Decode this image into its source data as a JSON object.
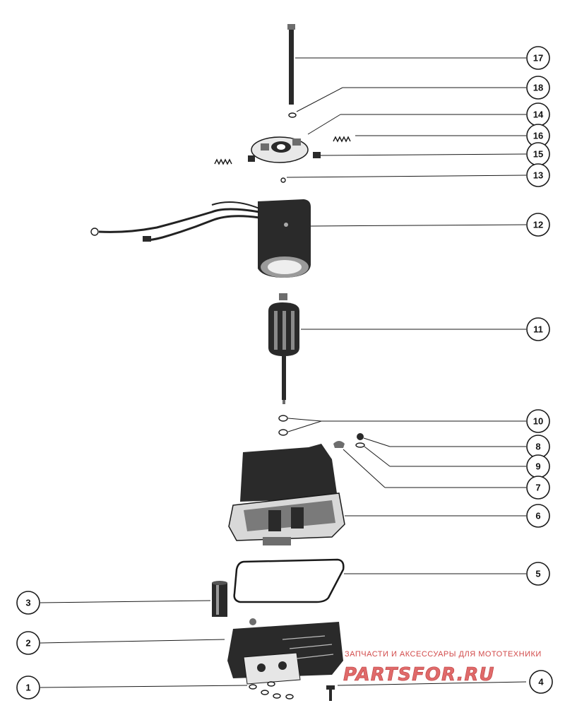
{
  "diagram": {
    "callouts": [
      "17",
      "18",
      "14",
      "16",
      "15",
      "13",
      "12",
      "11",
      "10",
      "8",
      "9",
      "7",
      "6",
      "5",
      "3",
      "2",
      "1",
      "4"
    ]
  },
  "watermark": {
    "tagline": "ЗАПЧАСТИ И АКСЕССУАРЫ ДЛЯ МОТОТЕХНИКИ",
    "logo": "PARTSFOR.RU"
  }
}
